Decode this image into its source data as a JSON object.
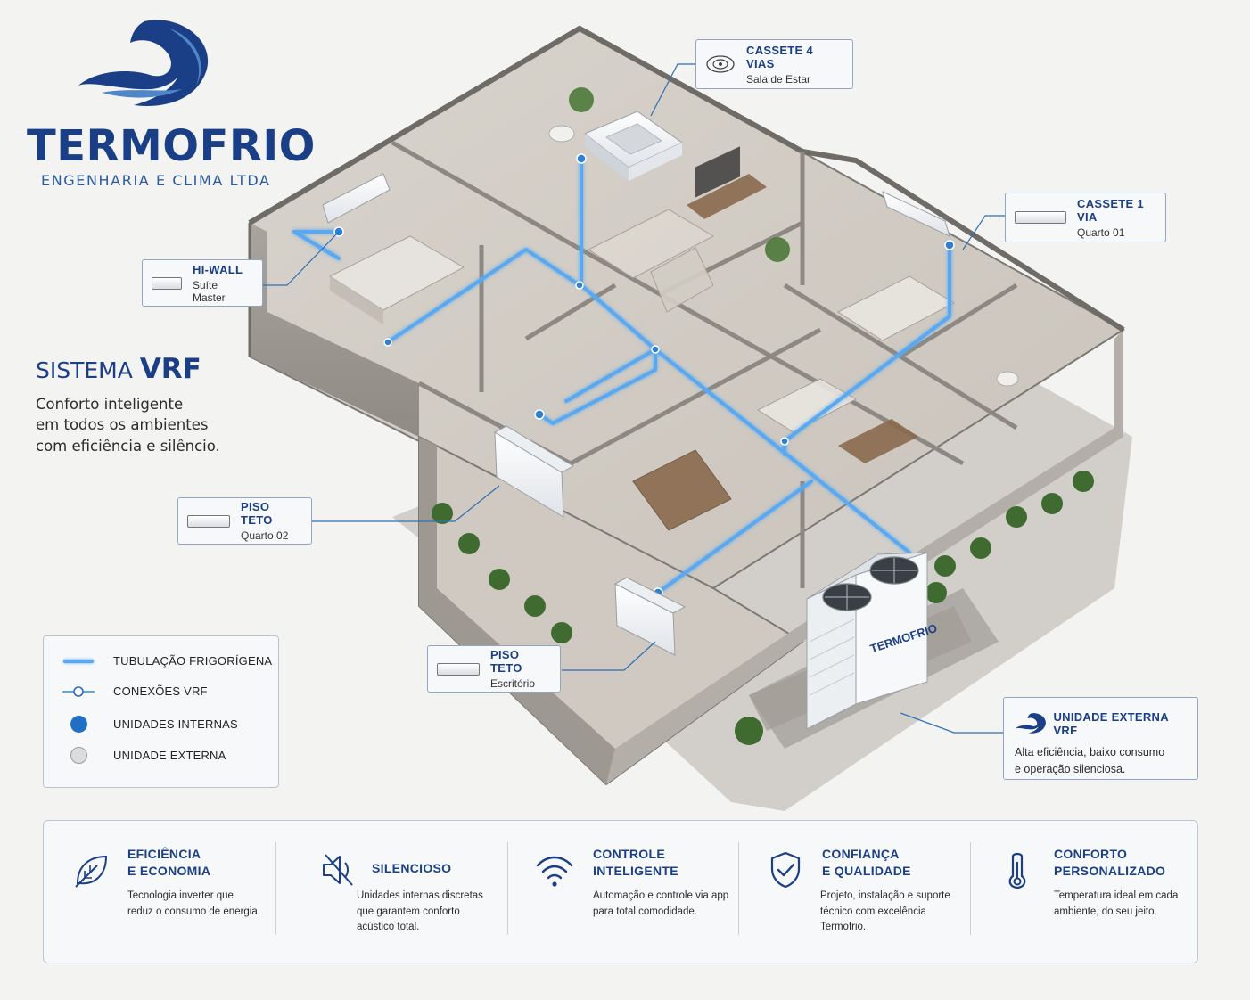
{
  "brand": {
    "name": "TERMOFRIO",
    "subtitle": "ENGENHARIA E CLIMA LTDA",
    "colors": {
      "primary": "#1b3f86",
      "accent": "#3b82d6",
      "pipe": "#5aa9f0"
    }
  },
  "intro": {
    "title_prefix": "SISTEMA",
    "title_highlight": "VRF",
    "lines": [
      "Conforto inteligente",
      "em todos os ambientes",
      "com eficiência e silêncio."
    ]
  },
  "callouts": {
    "cassette4": {
      "title": "CASSETE 4 VIAS",
      "room": "Sala de Estar",
      "icon": "cassette-4-way-icon"
    },
    "cassette1": {
      "title": "CASSETE 1 VIA",
      "room": "Quarto 01",
      "icon": "cassette-1-way-icon"
    },
    "hiwall": {
      "title": "HI-WALL",
      "room": "Suíte Master",
      "icon": "hi-wall-unit-icon"
    },
    "pisoteto1": {
      "title": "PISO TETO",
      "room": "Quarto 02",
      "icon": "floor-ceiling-unit-icon"
    },
    "pisoteto2": {
      "title": "PISO TETO",
      "room": "Escritório",
      "icon": "floor-ceiling-unit-icon"
    },
    "external": {
      "title": "UNIDADE EXTERNA VRF",
      "lines": [
        "Alta eficiência, baixo consumo",
        "e operação silenciosa."
      ],
      "icon": "brand-wave-icon"
    }
  },
  "outdoor_unit_label": "TERMOFRIO",
  "legend": [
    {
      "label": "TUBULAÇÃO FRIGORÍGENA",
      "icon": "pipe-line-icon"
    },
    {
      "label": "CONEXÕES VRF",
      "icon": "connection-icon"
    },
    {
      "label": "UNIDADES INTERNAS",
      "icon": "indoor-unit-dot-icon",
      "color": "#1f6fc4"
    },
    {
      "label": "UNIDADE EXTERNA",
      "icon": "outdoor-unit-dot-icon",
      "color": "#d9d9d9"
    }
  ],
  "features": [
    {
      "title_lines": [
        "EFICIÊNCIA",
        "E ECONOMIA"
      ],
      "text_lines": [
        "Tecnologia inverter que",
        "reduz o consumo de energia."
      ],
      "icon": "leaf-icon"
    },
    {
      "title_lines": [
        "SILENCIOSO"
      ],
      "text_lines": [
        "Unidades internas discretas",
        "que garantem conforto",
        "acústico total."
      ],
      "icon": "speaker-muted-icon"
    },
    {
      "title_lines": [
        "CONTROLE",
        "INTELIGENTE"
      ],
      "text_lines": [
        "Automação e controle via app",
        "para total comodidade."
      ],
      "icon": "wifi-icon"
    },
    {
      "title_lines": [
        "CONFIANÇA",
        "E QUALIDADE"
      ],
      "text_lines": [
        "Projeto, instalação e suporte",
        "técnico com excelência",
        "Termofrio."
      ],
      "icon": "shield-check-icon"
    },
    {
      "title_lines": [
        "CONFORTO",
        "PERSONALIZADO"
      ],
      "text_lines": [
        "Temperatura ideal em cada",
        "ambiente, do seu jeito."
      ],
      "icon": "thermometer-icon"
    }
  ]
}
